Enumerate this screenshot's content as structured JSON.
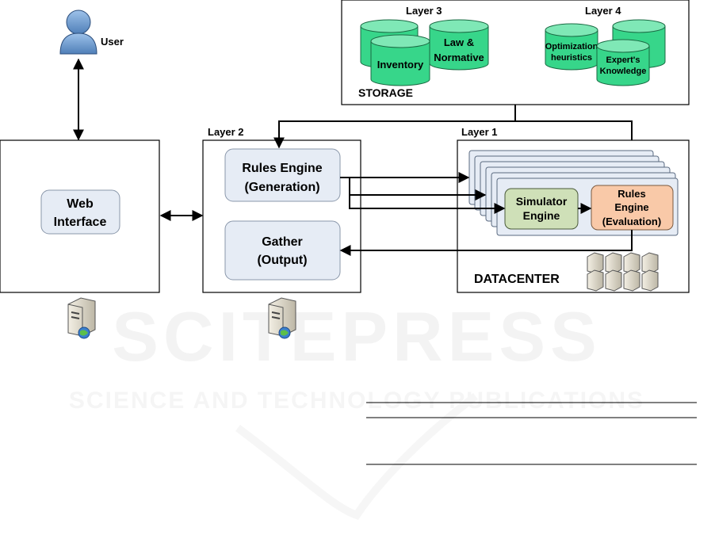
{
  "user": {
    "label": "User",
    "icon": "user-icon"
  },
  "web_interface": {
    "label_line1": "Web",
    "label_line2": "Interface",
    "server_icon": "server-globe-icon"
  },
  "layer2": {
    "title": "Layer 2",
    "rules_engine": {
      "line1": "Rules Engine",
      "line2": "(Generation)"
    },
    "gather": {
      "line1": "Gather",
      "line2": "(Output)"
    },
    "server_icon": "server-globe-icon"
  },
  "layer1": {
    "title": "Layer 1",
    "simulator": {
      "line1": "Simulator",
      "line2": "Engine"
    },
    "rules_eval": {
      "line1": "Rules",
      "line2": "Engine",
      "line3": "(Evaluation)"
    },
    "datacenter_label": "DATACENTER",
    "datacenter_icon": "server-rack-icon"
  },
  "storage": {
    "label": "STORAGE",
    "layer3": {
      "title": "Layer 3",
      "law": {
        "line1": "Law &",
        "line2": "Normative"
      },
      "inventory": "Inventory"
    },
    "layer4": {
      "title": "Layer 4",
      "optimization": {
        "line1": "Optimization",
        "line2": "heuristics"
      },
      "expert": {
        "line1": "Expert's",
        "line2": "Knowledge"
      }
    }
  },
  "watermark": {
    "main": "SCITEPRESS",
    "sub": "SCIENCE AND TECHNOLOGY PUBLICATIONS"
  },
  "colors": {
    "box_fill": "#e6ecf5",
    "simulator_fill": "#cfe0b8",
    "eval_fill": "#f9c9a8",
    "cylinder_fill": "#37d68a",
    "cylinder_top": "#7fe8b6"
  }
}
